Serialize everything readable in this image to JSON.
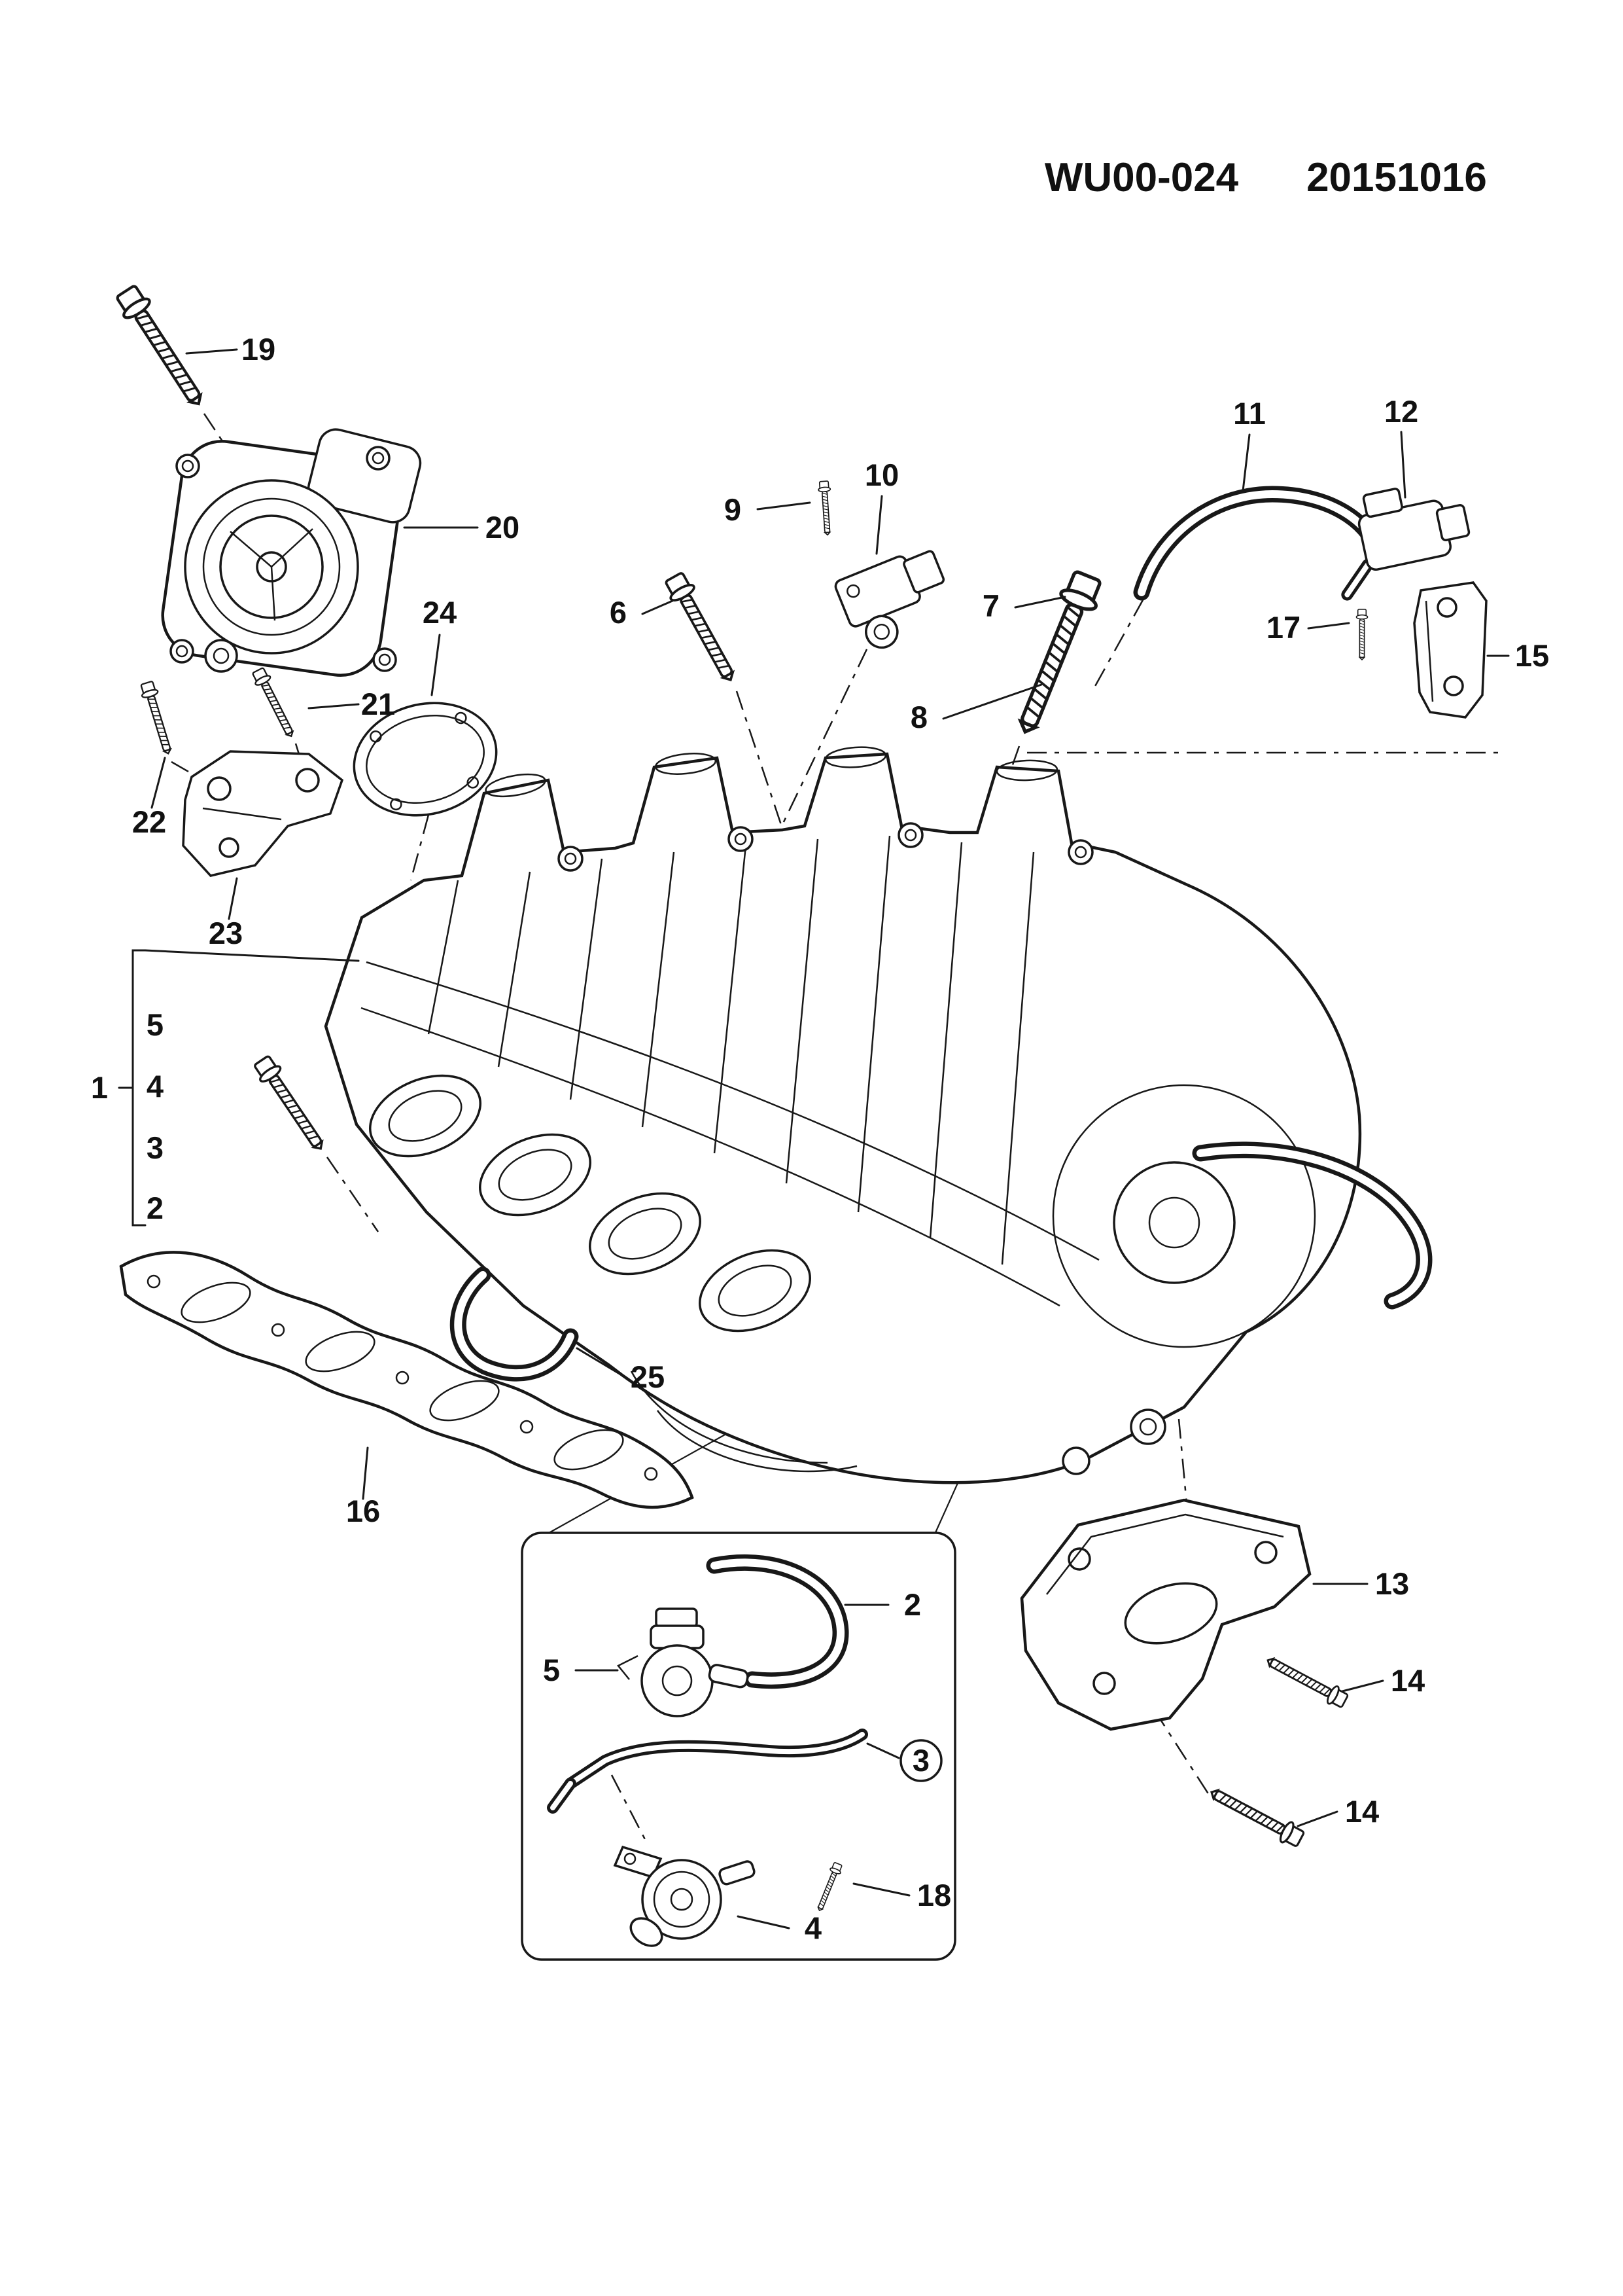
{
  "doc": {
    "code": "WU00-024",
    "number": "20151016"
  },
  "callouts": {
    "n1": "1",
    "n2": "2",
    "n3": "3",
    "n4": "4",
    "n5": "5",
    "n6": "6",
    "n7": "7",
    "n8": "8",
    "n9": "9",
    "n10": "10",
    "n11": "11",
    "n12": "12",
    "n13": "13",
    "n14": "14",
    "n15": "15",
    "n16": "16",
    "n17": "17",
    "n18": "18",
    "n19": "19",
    "n20": "20",
    "n21": "21",
    "n22": "22",
    "n23": "23",
    "n24": "24",
    "n25": "25"
  },
  "assembly_group": {
    "label": "1",
    "items": [
      "5",
      "4",
      "3",
      "2"
    ]
  }
}
